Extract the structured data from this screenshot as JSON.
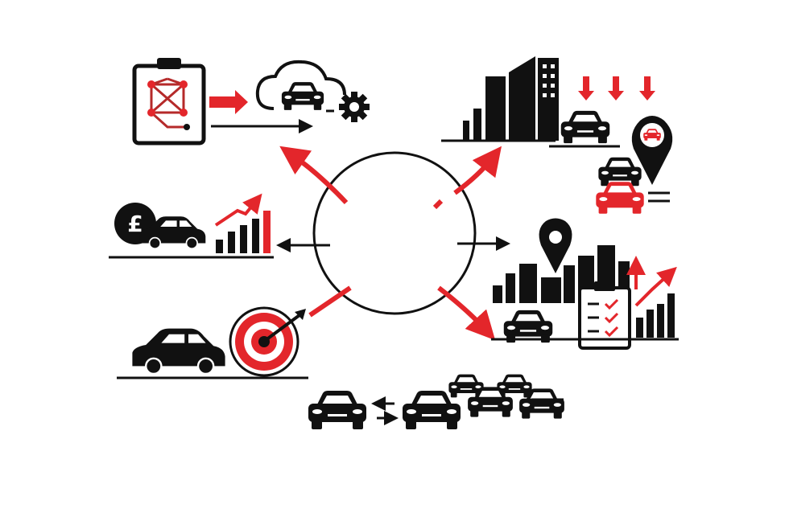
{
  "colors": {
    "accent": "#e3262b",
    "ink": "#111111",
    "background": "#ffffff"
  },
  "center": {
    "shape": "circle-outline"
  },
  "nodes": [
    {
      "id": "planning",
      "icons": [
        "clipboard-network-icon",
        "cloud-car-icon",
        "gear-icon"
      ]
    },
    {
      "id": "urban-demand",
      "icons": [
        "buildings-icon",
        "car-front-icon",
        "location-pin-icon"
      ]
    },
    {
      "id": "pricing",
      "icons": [
        "pound-coin-icon",
        "car-side-icon",
        "bar-chart-icon"
      ],
      "currency_symbol": "£"
    },
    {
      "id": "market-growth",
      "icons": [
        "location-pin-icon",
        "city-skyline-icon",
        "checklist-icon",
        "bar-chart-icon"
      ]
    },
    {
      "id": "targeting",
      "icons": [
        "car-side-icon",
        "target-icon",
        "dart-icon"
      ]
    },
    {
      "id": "fleet-exchange",
      "icons": [
        "car-front-icon",
        "swap-arrows-icon",
        "car-group-icon"
      ]
    }
  ]
}
